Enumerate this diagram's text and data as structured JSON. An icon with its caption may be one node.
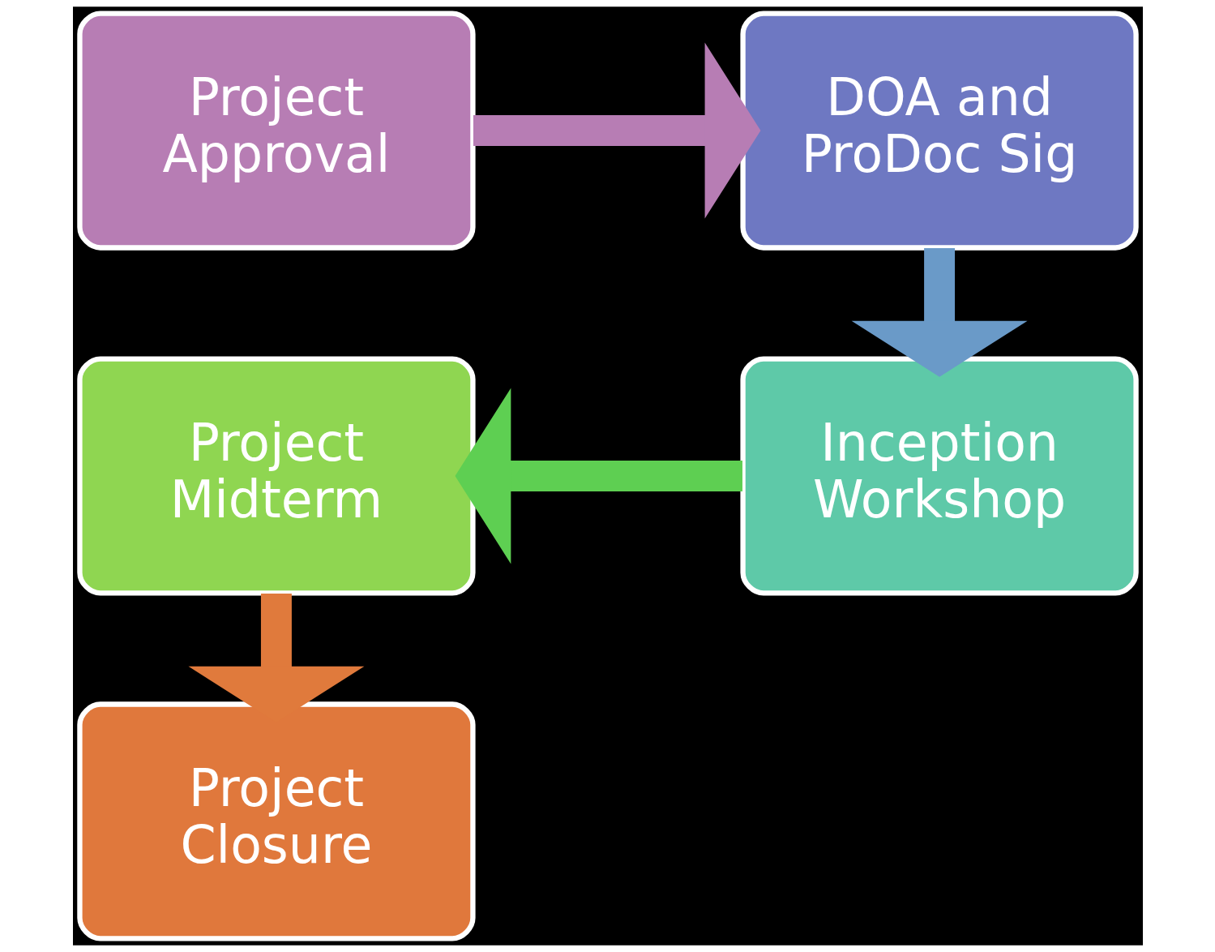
{
  "diagram": {
    "nodes": [
      {
        "text": [
          "Project Approval"
        ]
      },
      {
        "text": [
          "DOA and ProDoc Sig"
        ]
      },
      {
        "text": [
          "Inception Workshop"
        ]
      },
      {
        "text": [
          "Project Midterm"
        ]
      },
      {
        "text": [
          "Project Closure"
        ]
      }
    ],
    "edges": [
      {
        "from": 0,
        "to": 1,
        "arrow": "to",
        "color": "#b77db4"
      },
      {
        "from": 1,
        "to": 2,
        "arrow": "to",
        "color": "#6a9ac8"
      },
      {
        "from": 2,
        "to": 3,
        "arrow": "to",
        "color": "#5ecf52"
      },
      {
        "from": 3,
        "to": 4,
        "arrow": "to",
        "color": "#e07a3c"
      }
    ]
  }
}
